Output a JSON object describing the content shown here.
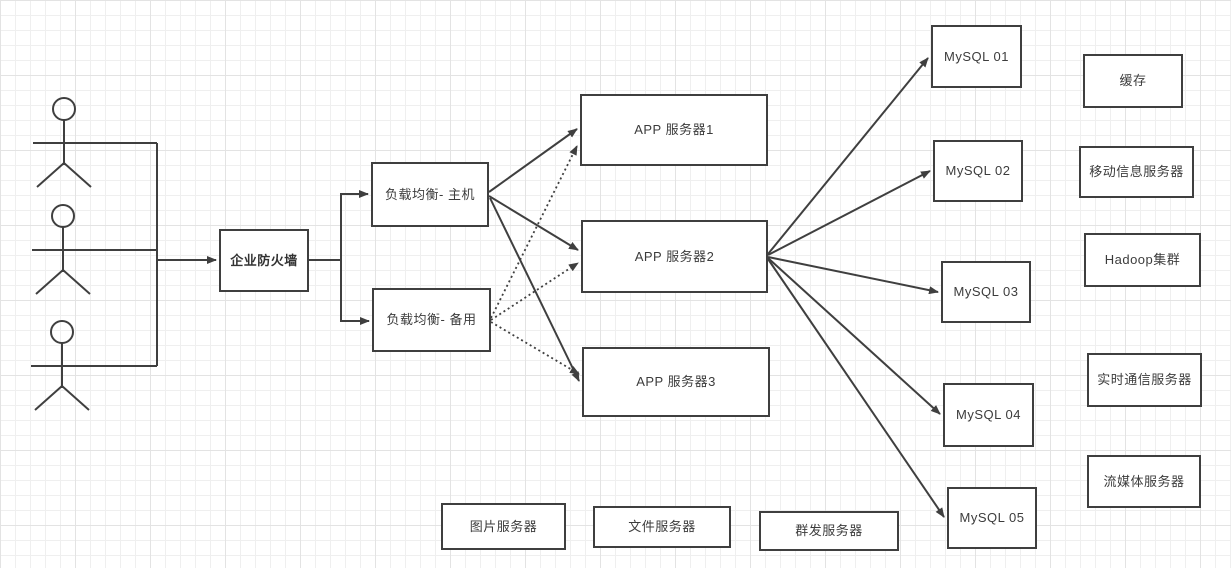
{
  "diagram": {
    "type": "architecture-flowchart",
    "description_visible": false
  },
  "actors": {
    "count": 3,
    "icon": "stick-figure-user"
  },
  "nodes": {
    "firewall": {
      "label": "企业防火墙",
      "emphasis": "bold"
    },
    "lb_main": {
      "label": "负载均衡- 主机"
    },
    "lb_backup": {
      "label": "负载均衡- 备用"
    },
    "app_server_1": {
      "label": "APP 服务器1"
    },
    "app_server_2": {
      "label": "APP 服务器2"
    },
    "app_server_3": {
      "label": "APP 服务器3"
    },
    "mysql_01": {
      "label": "MySQL 01"
    },
    "mysql_02": {
      "label": "MySQL 02"
    },
    "mysql_03": {
      "label": "MySQL 03"
    },
    "mysql_04": {
      "label": "MySQL 04"
    },
    "mysql_05": {
      "label": "MySQL 05"
    },
    "cache": {
      "label": "缓存"
    },
    "mobile_info_server": {
      "label": "移动信息服务器"
    },
    "hadoop_cluster": {
      "label": "Hadoop集群"
    },
    "realtime_comm_server": {
      "label": "实时通信服务器"
    },
    "streaming_media_server": {
      "label": "流媒体服务器"
    },
    "image_server": {
      "label": "图片服务器"
    },
    "file_server": {
      "label": "文件服务器"
    },
    "broadcast_server": {
      "label": "群发服务器"
    }
  },
  "edges": [
    {
      "from": "users",
      "to": "firewall",
      "style": "solid-arrow"
    },
    {
      "from": "firewall",
      "to": "lb_main",
      "style": "solid-arrow"
    },
    {
      "from": "firewall",
      "to": "lb_backup",
      "style": "solid-arrow"
    },
    {
      "from": "lb_main",
      "to": "app_server_1",
      "style": "solid-arrow"
    },
    {
      "from": "lb_main",
      "to": "app_server_2",
      "style": "solid-arrow"
    },
    {
      "from": "lb_main",
      "to": "app_server_3",
      "style": "solid-arrow"
    },
    {
      "from": "lb_backup",
      "to": "app_server_1",
      "style": "dotted-arrow"
    },
    {
      "from": "lb_backup",
      "to": "app_server_2",
      "style": "dotted-arrow"
    },
    {
      "from": "lb_backup",
      "to": "app_server_3",
      "style": "dotted-arrow"
    },
    {
      "from": "app_server_2",
      "to": "mysql_01",
      "style": "solid-arrow"
    },
    {
      "from": "app_server_2",
      "to": "mysql_02",
      "style": "solid-arrow"
    },
    {
      "from": "app_server_2",
      "to": "mysql_03",
      "style": "solid-arrow"
    },
    {
      "from": "app_server_2",
      "to": "mysql_04",
      "style": "solid-arrow"
    },
    {
      "from": "app_server_2",
      "to": "mysql_05",
      "style": "solid-arrow"
    }
  ],
  "colors": {
    "stroke": "#3f3f3f",
    "text": "#3c3c3c",
    "background": "#ffffff",
    "grid_minor": "#efefef",
    "grid_major": "#e3e3e3"
  }
}
